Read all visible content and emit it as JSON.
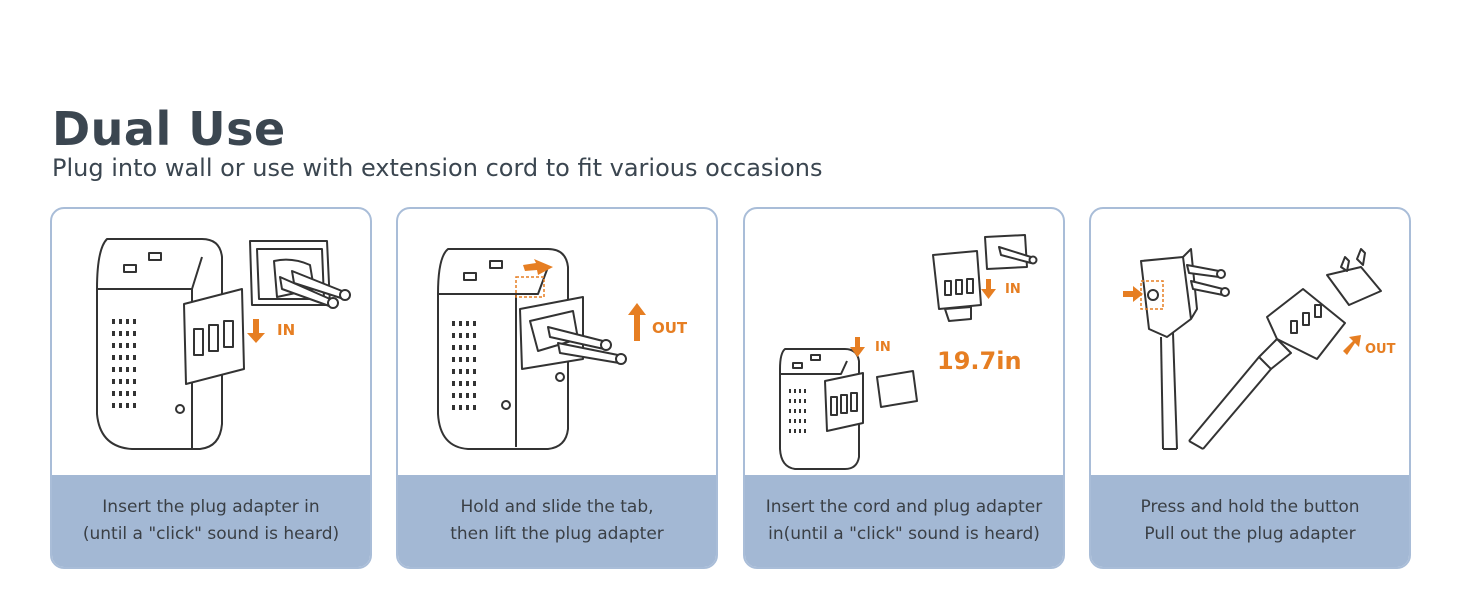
{
  "header": {
    "title": "Dual Use",
    "subtitle": "Plug into wall or use with extension cord to fit various occasions"
  },
  "steps": [
    {
      "label": "IN",
      "caption_line1": "Insert the plug adapter in",
      "caption_line2": "(until a \"click\" sound is heard)"
    },
    {
      "label": "OUT",
      "caption_line1": "Hold and slide the tab,",
      "caption_line2": "then lift the plug adapter"
    },
    {
      "label": "IN",
      "label2": "IN",
      "measure": "19.7in",
      "caption_line1": "Insert the cord and plug adapter",
      "caption_line2": "in(until a \"click\" sound is heard)"
    },
    {
      "label": "OUT",
      "caption_line1": "Press and hold the button",
      "caption_line2": "Pull out the plug adapter"
    }
  ],
  "colors": {
    "accent": "#e67e22",
    "heading": "#3b4650",
    "caption_bg": "#a3b8d4",
    "card_border": "#a9bdd8"
  }
}
